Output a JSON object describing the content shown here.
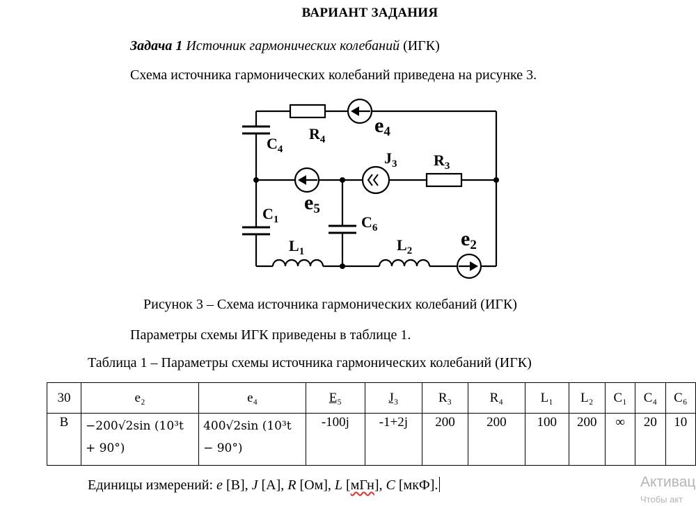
{
  "heading": "ВАРИАНТ ЗАДАНИЯ",
  "task": {
    "label": "Задача 1",
    "title_italic": "Источник гармонических колебаний",
    "title_abbrev": "(ИГК)"
  },
  "paragraph1": "Схема источника гармонических колебаний приведена на рисунке 3.",
  "circuit_labels": {
    "r4": "R",
    "r4_sub": "4",
    "e4": "e",
    "e4_sub": "4",
    "c4": "C",
    "c4_sub": "4",
    "j3": "J",
    "j3_sub": "3",
    "r3": "R",
    "r3_sub": "3",
    "e5": "e",
    "e5_sub": "5",
    "c1": "C",
    "c1_sub": "1",
    "c6": "C",
    "c6_sub": "6",
    "l1": "L",
    "l1_sub": "1",
    "l2": "L",
    "l2_sub": "2",
    "e2": "e",
    "e2_sub": "2"
  },
  "figure_caption": "Рисунок 3 – Схема источника гармонических колебаний (ИГК)",
  "paragraph2": "Параметры схемы ИГК приведены в таблице 1.",
  "table_caption": "Таблица 1 – Параметры схемы источника гармонических колебаний (ИГК)",
  "table": {
    "headers": [
      "30",
      "e₂",
      "e₄",
      "E₅",
      "J₃",
      "R₃",
      "R₄",
      "L₁",
      "L₂",
      "C₁",
      "C₄",
      "C₆"
    ],
    "row": {
      "variant": "В",
      "e2_line1": "−200√2sin (10³t",
      "e2_line2": "+ 90°)",
      "e4_line1": "400√2sin (10³t",
      "e4_line2": "− 90°)",
      "E5": "-100j",
      "J3": "-1+2j",
      "R3": "200",
      "R4": "200",
      "L1": "100",
      "L2": "200",
      "C1": "∞",
      "C4": "20",
      "C6": "10"
    }
  },
  "units": {
    "prefix": "Единицы измерений: ",
    "e_sym": "e",
    "e_unit": " [В], ",
    "j_sym": "J",
    "j_unit": " [А], ",
    "r_sym": "R",
    "r_unit": " [Ом], ",
    "l_sym": "L",
    "l_unit_open": " [",
    "l_unit": "мГн",
    "l_unit_close": "], ",
    "c_sym": "C",
    "c_unit": " [мкФ]."
  },
  "watermark": {
    "line1": "Активац",
    "line2": "Чтобы акт"
  }
}
